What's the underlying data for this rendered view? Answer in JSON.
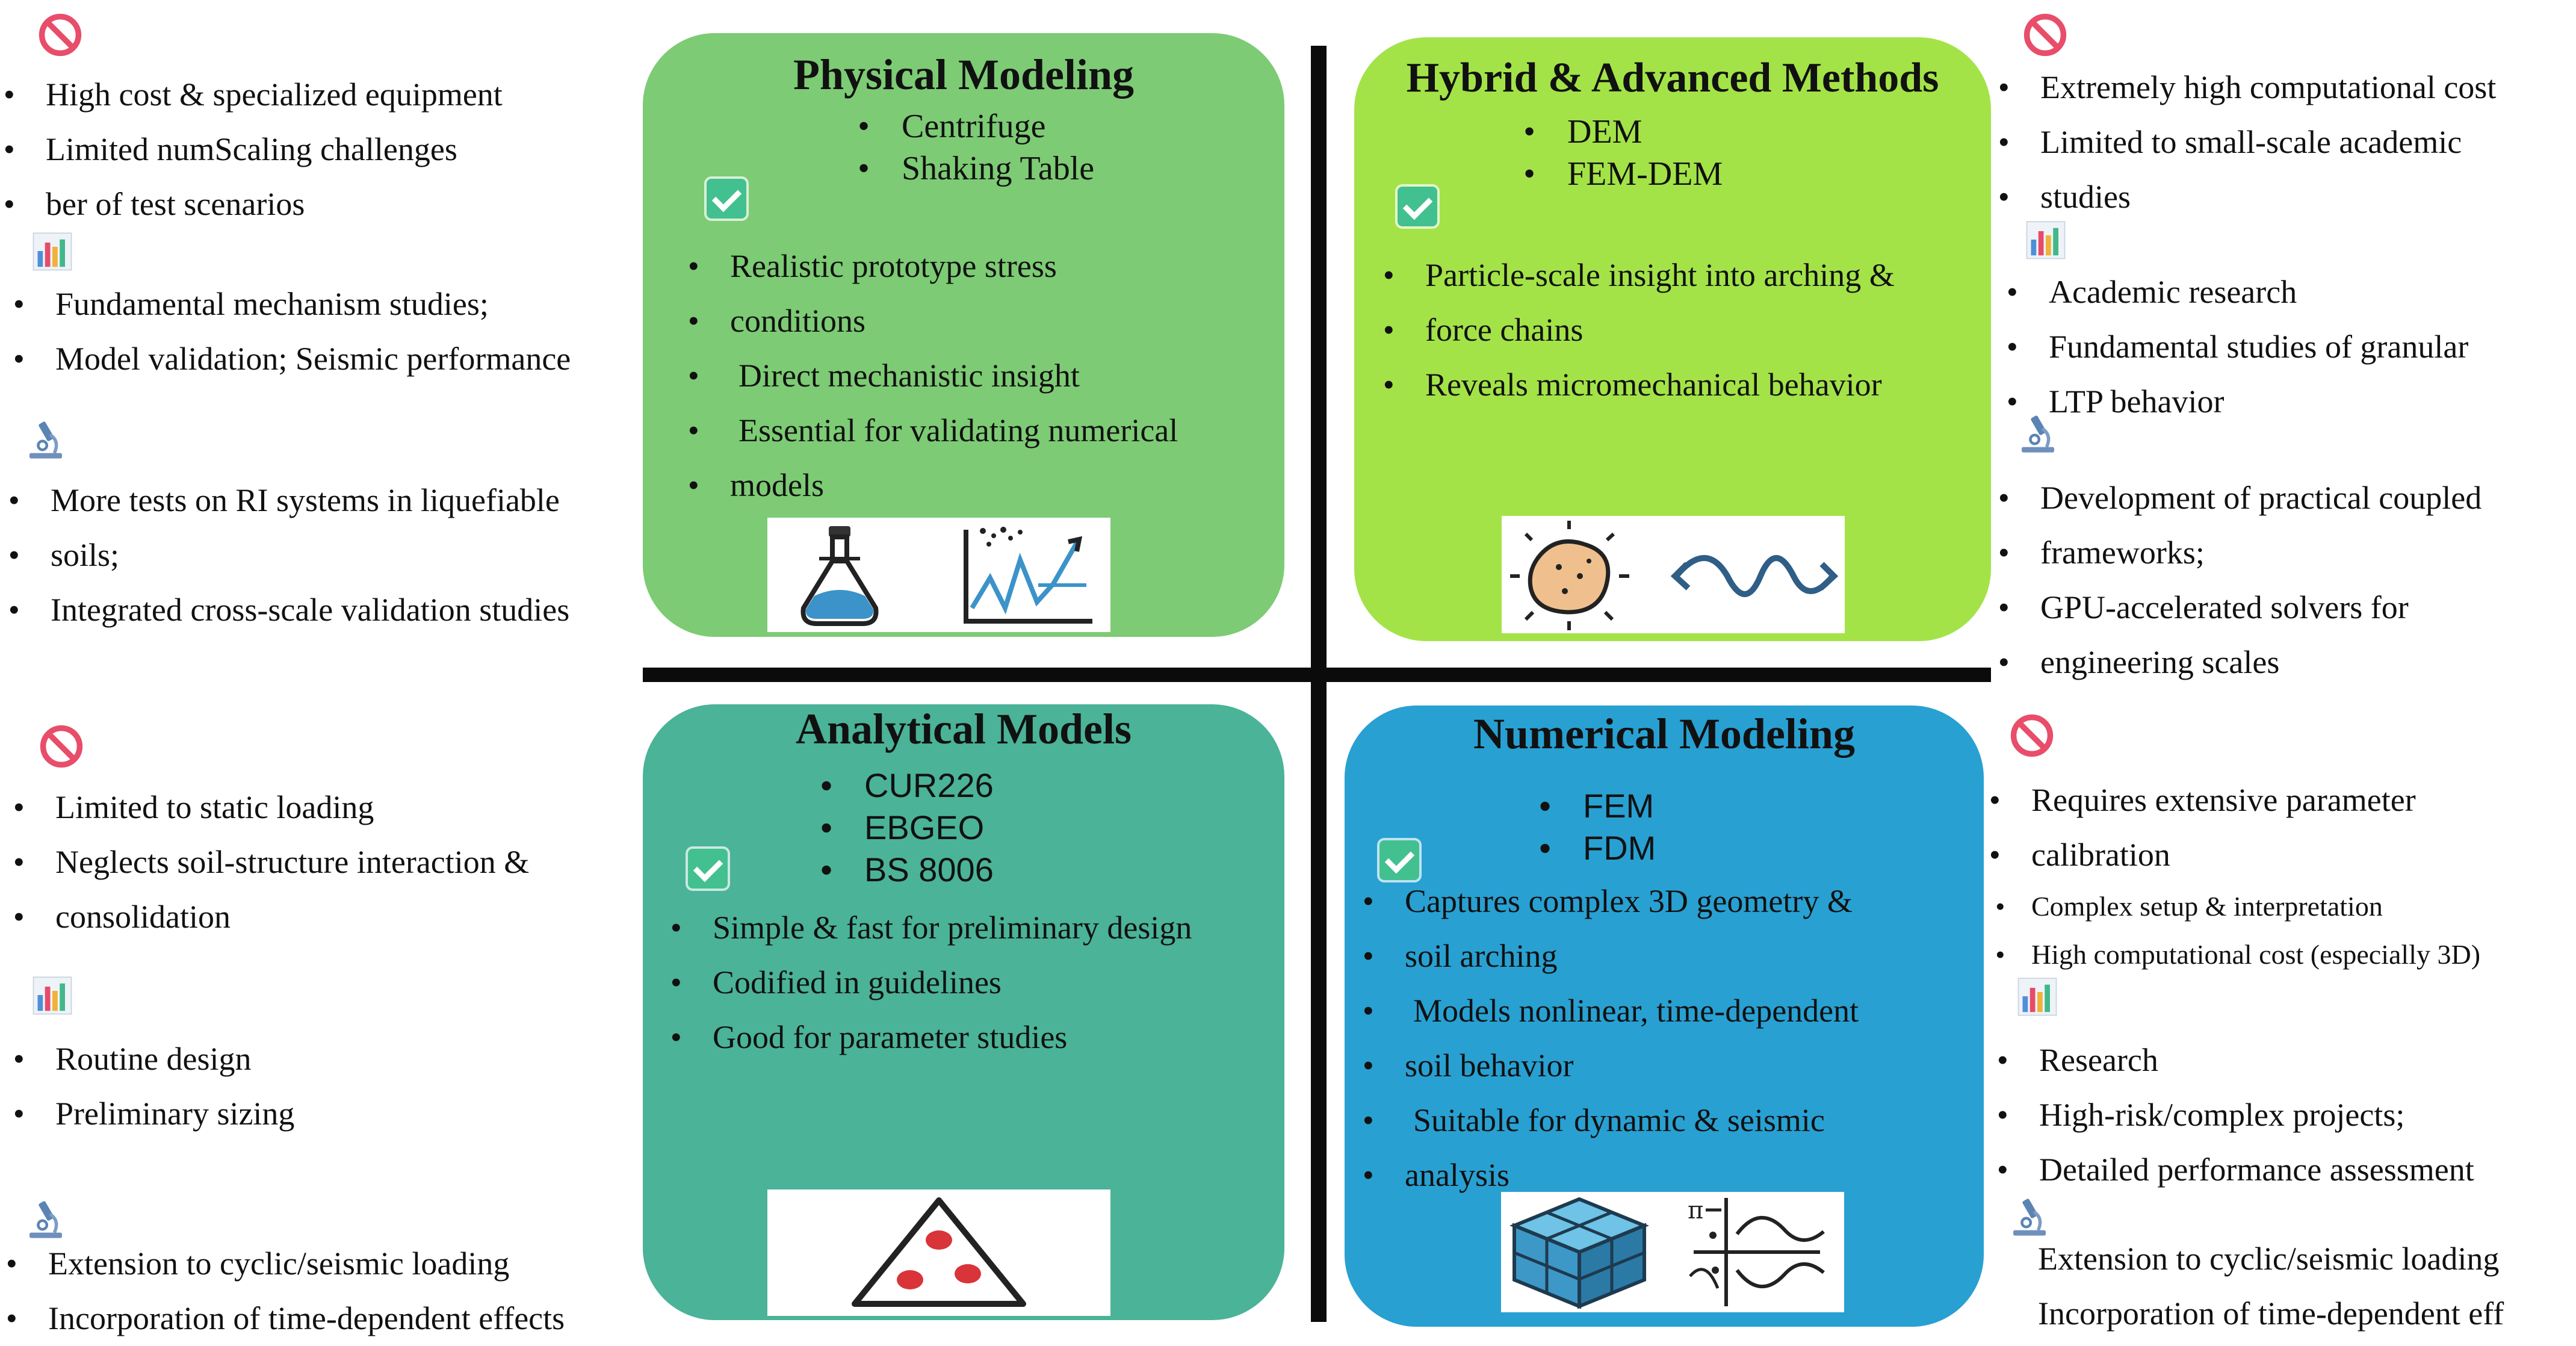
{
  "physical": {
    "title": "Physical Modeling",
    "methods": [
      "Centrifuge",
      "Shaking Table"
    ],
    "advantages": [
      "Realistic prototype stress",
      "conditions",
      "Direct mechanistic insight",
      "Essential for validating numerical",
      "models"
    ]
  },
  "hybrid": {
    "title": "Hybrid & Advanced Methods",
    "methods": [
      "DEM",
      "FEM-DEM"
    ],
    "advantages": [
      "Particle-scale insight into arching &",
      "force chains",
      "Reveals micromechanical behavior"
    ]
  },
  "analytical": {
    "title": "Analytical Models",
    "methods": [
      "CUR226",
      "EBGEO",
      "BS 8006"
    ],
    "advantages": [
      "Simple & fast for preliminary design",
      "Codified in guidelines",
      "Good for parameter studies"
    ]
  },
  "numerical": {
    "title": "Numerical Modeling",
    "methods": [
      "FEM",
      "FDM"
    ],
    "advantages": [
      "Captures complex 3D geometry &",
      "soil arching",
      "Models nonlinear, time-dependent",
      "soil behavior",
      "Suitable for dynamic & seismic",
      "analysis"
    ]
  },
  "left_top": {
    "limitations": [
      "High cost & specialized equipment",
      "Limited numScaling challenges",
      "ber of test scenarios"
    ],
    "applications": [
      "Fundamental mechanism studies;",
      "Model validation; Seismic performance"
    ],
    "future": [
      "More tests on RI systems in liquefiable",
      "soils;",
      "Integrated cross-scale validation studies"
    ]
  },
  "right_top": {
    "limitations": [
      "Extremely high computational cost",
      "Limited to small-scale academic",
      "studies"
    ],
    "applications": [
      "Academic research",
      "Fundamental studies of granular",
      "LTP behavior"
    ],
    "future": [
      "Development of practical coupled",
      "frameworks;",
      "GPU-accelerated solvers for",
      "engineering scales"
    ]
  },
  "left_bottom": {
    "limitations": [
      "Limited to static loading",
      "Neglects soil-structure interaction &",
      "consolidation"
    ],
    "applications": [
      "Routine design",
      "Preliminary sizing"
    ],
    "future": [
      "Extension to cyclic/seismic loading",
      "Incorporation of time-dependent effects"
    ]
  },
  "right_bottom": {
    "limitations": [
      "Requires extensive parameter",
      "calibration",
      "Complex setup & interpretation",
      "High computational cost (especially 3D)"
    ],
    "applications": [
      "Research",
      "High-risk/complex projects;",
      "Detailed performance assessment"
    ],
    "future": [
      "Extension to cyclic/seismic loading",
      "Incorporation of time-dependent eff"
    ]
  },
  "icons": {
    "limitation": "prohibited-icon",
    "advantage": "checkmark-icon",
    "application": "bar-chart-icon",
    "future": "microscope-icon"
  },
  "colors": {
    "physical": "#7dcb74",
    "hybrid": "#a3e348",
    "analytical": "#4bb397",
    "numerical": "#28a0d2",
    "prohibited": "#e84d6a",
    "check": "#43c08f"
  }
}
